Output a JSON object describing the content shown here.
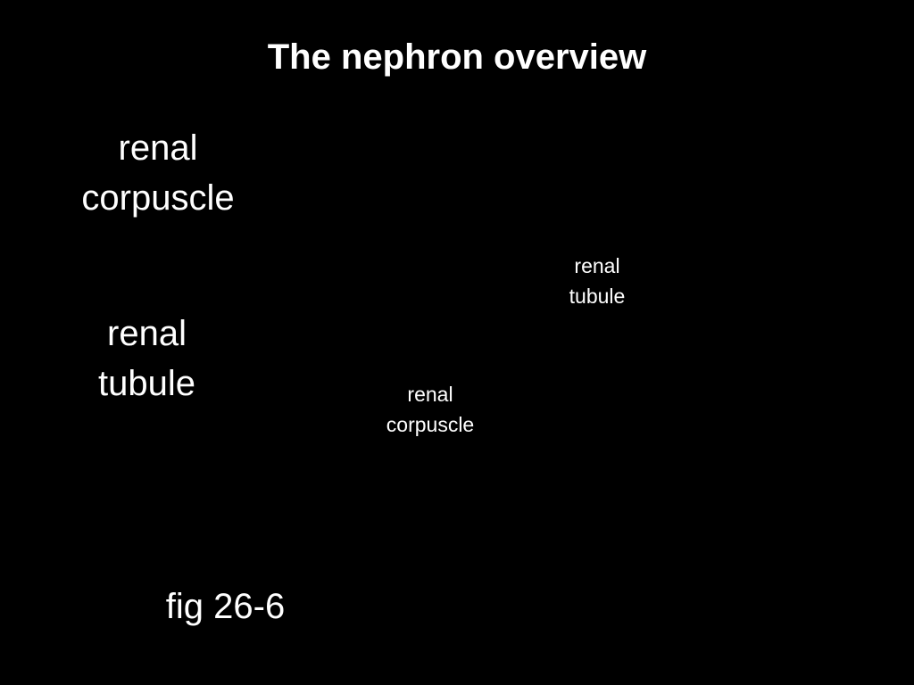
{
  "slide": {
    "title": "The nephron overview",
    "labels": {
      "corpuscle_left": [
        "renal",
        "corpuscle"
      ],
      "tubule_left": [
        "renal",
        "tubule"
      ],
      "tubule_right": [
        "renal",
        "tubule"
      ],
      "corpuscle_mid": [
        "renal",
        "corpuscle"
      ]
    },
    "figure_ref": "fig 26-6"
  },
  "colors": {
    "background": "#000000",
    "text": "#ffffff"
  }
}
